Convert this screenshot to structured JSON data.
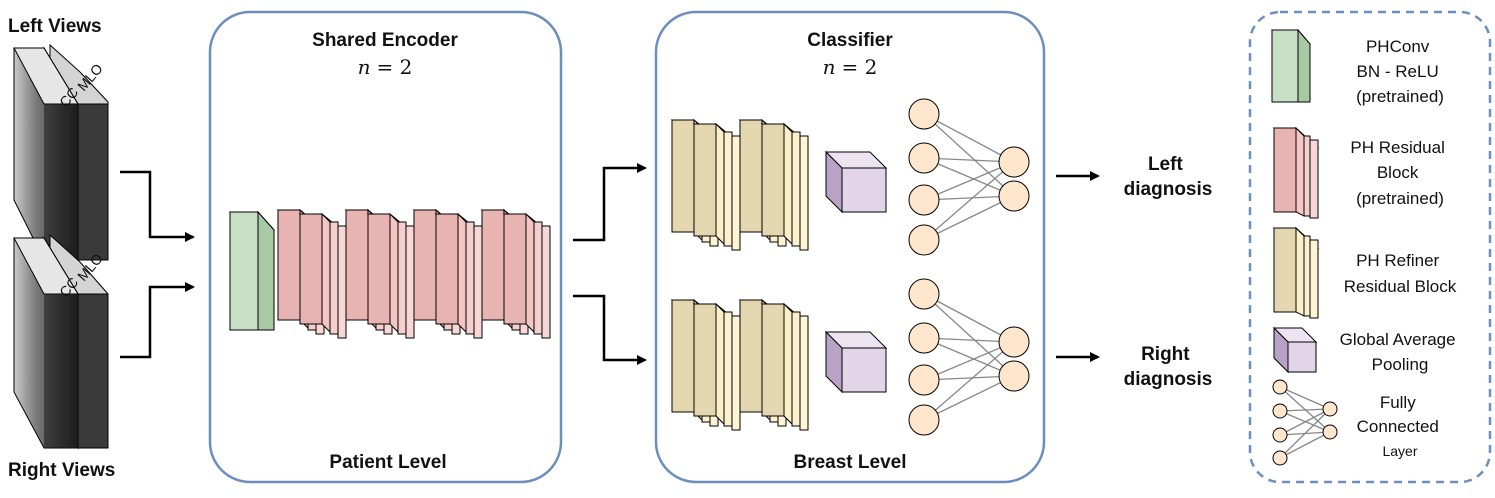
{
  "inputs": {
    "left_title": "Left Views",
    "right_title": "Right Views",
    "cc_label": "CC",
    "mlo_label": "MLO"
  },
  "encoder": {
    "title": "Shared Encoder",
    "n_var": "n",
    "n_eq": "= 2",
    "footer": "Patient Level"
  },
  "classifier": {
    "title": "Classifier",
    "n_var": "n",
    "n_eq": "= 2",
    "footer": "Breast Level"
  },
  "outputs": {
    "left": [
      "Left",
      "diagnosis"
    ],
    "right": [
      "Right",
      "diagnosis"
    ]
  },
  "legend": {
    "items": [
      {
        "key": "phconv",
        "lines": [
          "PHConv",
          "BN - ReLU",
          "(pretrained)"
        ]
      },
      {
        "key": "ph-residual",
        "lines": [
          "PH Residual",
          "Block",
          "(pretrained)"
        ]
      },
      {
        "key": "ph-refiner",
        "lines": [
          "PH Refiner",
          "Residual Block"
        ]
      },
      {
        "key": "gap",
        "lines": [
          "Global Average",
          "Pooling"
        ]
      },
      {
        "key": "fc",
        "lines": [
          "Fully",
          "Connected",
          "Layer"
        ]
      }
    ]
  },
  "colors": {
    "phconv_front": "#d5e8d4",
    "phconv_side": "#82b366",
    "residual_front": "#f8cecc",
    "residual_side": "#b85450",
    "refiner_front": "#fff2cc",
    "refiner_side": "#e6d9b0",
    "gap_front": "#e1d5e7",
    "gap_side": "#9673a6",
    "node_fill": "#ffe6cc",
    "container_stroke": "#6c8ebf"
  }
}
